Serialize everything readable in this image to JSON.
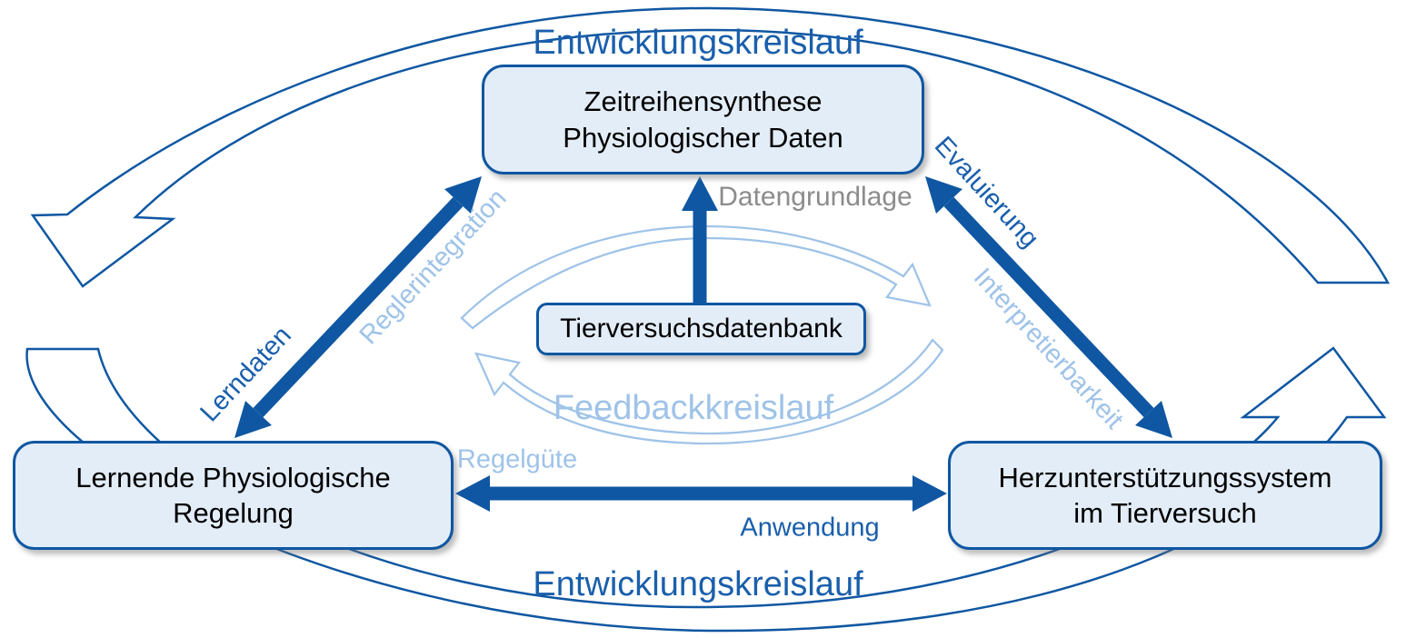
{
  "titles": {
    "cycle_top": "Entwicklungskreislauf",
    "cycle_bottom": "Entwicklungskreislauf",
    "feedback": "Feedbackkreislauf"
  },
  "nodes": {
    "synthesis": {
      "line1": "Zeitreihensynthese",
      "line2": "Physiologischer Daten"
    },
    "database": {
      "label": "Tierversuchsdatenbank"
    },
    "regulation": {
      "line1": "Lernende Physiologische",
      "line2": "Regelung"
    },
    "heart_system": {
      "line1": "Herzunterstützungssystem",
      "line2": "im Tierversuch"
    }
  },
  "edges": {
    "lerndaten": "Lerndaten",
    "reglerintegration": "Reglerintegration",
    "datengrundlage": "Datengrundlage",
    "evaluierung": "Evaluierung",
    "interpretierbarkeit": "Interpretierbarkeit",
    "regelguete": "Regelgüte",
    "anwendung": "Anwendung"
  },
  "colors": {
    "dark_blue": "#0F57A2",
    "dark_blue_text": "#1A5FAC",
    "light_blue": "#9FC3E8",
    "gray_text": "#8C8C8C",
    "node_fill": "#E3EDF8",
    "node_border": "#0F57A2"
  }
}
